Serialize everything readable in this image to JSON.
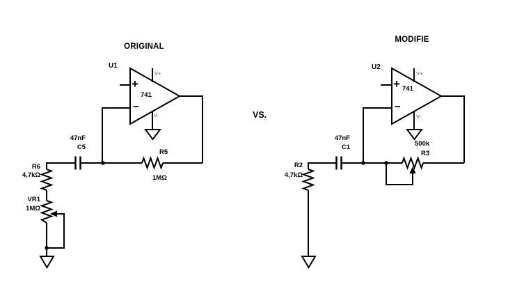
{
  "colors": {
    "background": "#ffffff",
    "line": "#000000",
    "pin_text": "#555555"
  },
  "comparison": {
    "vs_label": "VS."
  },
  "left": {
    "title": "ORIGINAL",
    "opamp": {
      "ref": "U1",
      "part": "741",
      "plus_sign": "+",
      "minus_sign": "−",
      "vplus_pin": "V+",
      "vminus_pin": "V-"
    },
    "capacitor": {
      "value": "47nF",
      "ref": "C5"
    },
    "input_resistor": {
      "ref": "R6",
      "value": "4,7kΩ"
    },
    "potentiometer": {
      "ref": "VR1",
      "value": "1MΩ"
    },
    "feedback_resistor": {
      "ref": "R5",
      "value": "1MΩ"
    }
  },
  "right": {
    "title": "MODIFIE",
    "opamp": {
      "ref": "U2",
      "part": "741",
      "plus_sign": "+",
      "minus_sign": "−",
      "vplus_pin": "V+",
      "vminus_pin": "V-"
    },
    "capacitor": {
      "value": "47nF",
      "ref": "C1"
    },
    "input_resistor": {
      "ref": "R2",
      "value": "4,7kΩ"
    },
    "feedback_potentiometer": {
      "value": "500k",
      "ref": "R3"
    }
  }
}
